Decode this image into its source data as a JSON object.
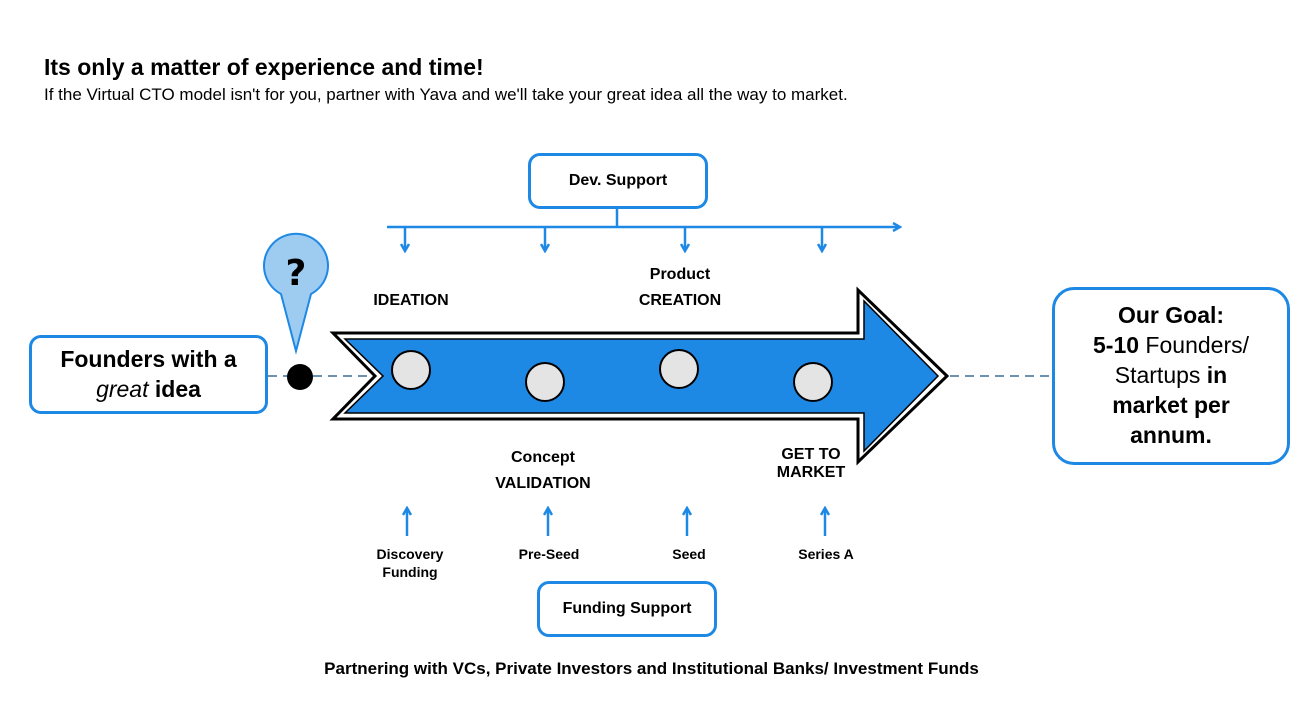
{
  "header": {
    "title": "Its only a matter of experience and time!",
    "subtitle": "If the Virtual CTO model isn't for you, partner with Yava and we'll take your great idea all the way to market."
  },
  "dev_support": {
    "label": "Dev. Support"
  },
  "founders": {
    "line1": "Founders with a",
    "line2_italic": "great",
    "line2_bold": "idea"
  },
  "marker": {
    "glyph": "?"
  },
  "stages": {
    "ideation": {
      "line2": "IDEATION"
    },
    "product": {
      "line1": "Product",
      "line2": "CREATION"
    },
    "concept": {
      "line1": "Concept",
      "line2": "VALIDATION"
    },
    "market": {
      "line1": "GET TO",
      "line2": "MARKET"
    }
  },
  "funding_rounds": {
    "discovery": {
      "line1": "Discovery",
      "line2": "Funding"
    },
    "preseed": {
      "line1": "Pre-Seed"
    },
    "seed": {
      "line1": "Seed"
    },
    "series_a": {
      "line1": "Series A"
    }
  },
  "funding_support": {
    "label": "Funding Support"
  },
  "goal": {
    "line1": "Our Goal:",
    "line2_bold": "5-10",
    "line2_rest": " Founders/",
    "line3_plain": "Startups ",
    "line3_bold": "in",
    "line4": "market per",
    "line5": "annum."
  },
  "footer": {
    "text": "Partnering with VCs, Private Investors and Institutional Banks/ Investment Funds"
  },
  "colors": {
    "accent": "#1e88e5",
    "pin": "#9ecbf0",
    "milestone": "#e4e4e4",
    "text": "#000000"
  }
}
